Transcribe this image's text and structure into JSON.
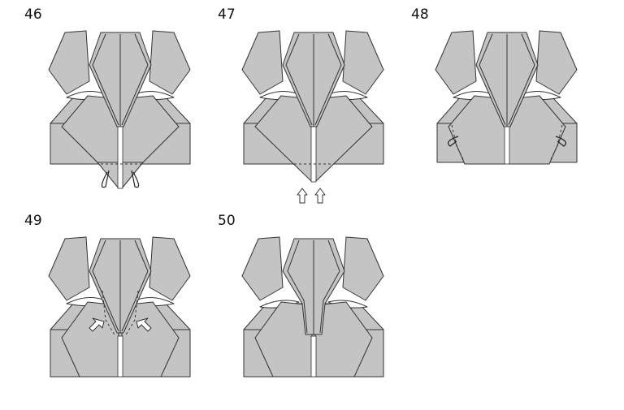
{
  "steps": [
    {
      "number": "46"
    },
    {
      "number": "47"
    },
    {
      "number": "48"
    },
    {
      "number": "49"
    },
    {
      "number": "50"
    }
  ],
  "colors": {
    "paper": "#c4c4c4",
    "outline": "#333333",
    "background": "#ffffff"
  },
  "icons": [
    "mountain-fold-arrow",
    "push-arrow",
    "valley-fold-line"
  ]
}
